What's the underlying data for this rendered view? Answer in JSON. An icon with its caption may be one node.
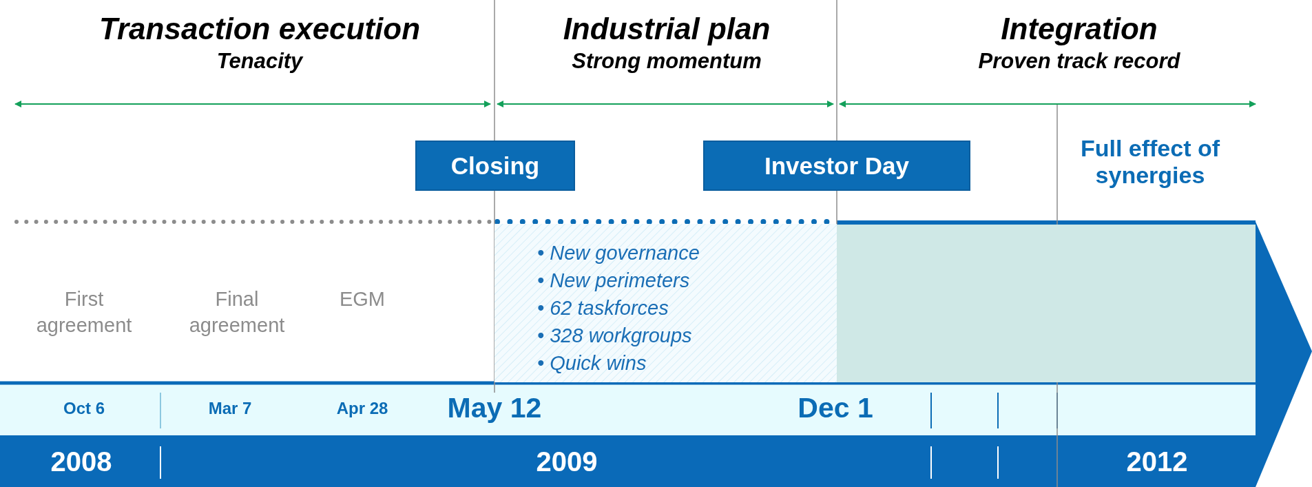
{
  "diagram": {
    "nodes": [
      {
        "text": [
          "Closing"
        ]
      },
      {
        "text": [
          "Investor Day"
        ]
      },
      {
        "text": [
          "• New governance",
          "• New perimeters",
          "• 62 taskforces",
          "• 328 workgroups",
          "• Quick wins"
        ]
      },
      {
        "text": [],
        "shape": "box"
      }
    ],
    "labels": [
      "Transaction execution",
      "Tenacity",
      "Industrial plan",
      "Strong momentum",
      "Integration",
      "Proven track record",
      "Full effect of synergies",
      "First agreement",
      "Final agreement",
      "EGM",
      "Oct 6",
      "Mar 7",
      "Apr 28",
      "May 12",
      "Dec 1",
      "2008",
      "2009",
      "2012"
    ]
  }
}
